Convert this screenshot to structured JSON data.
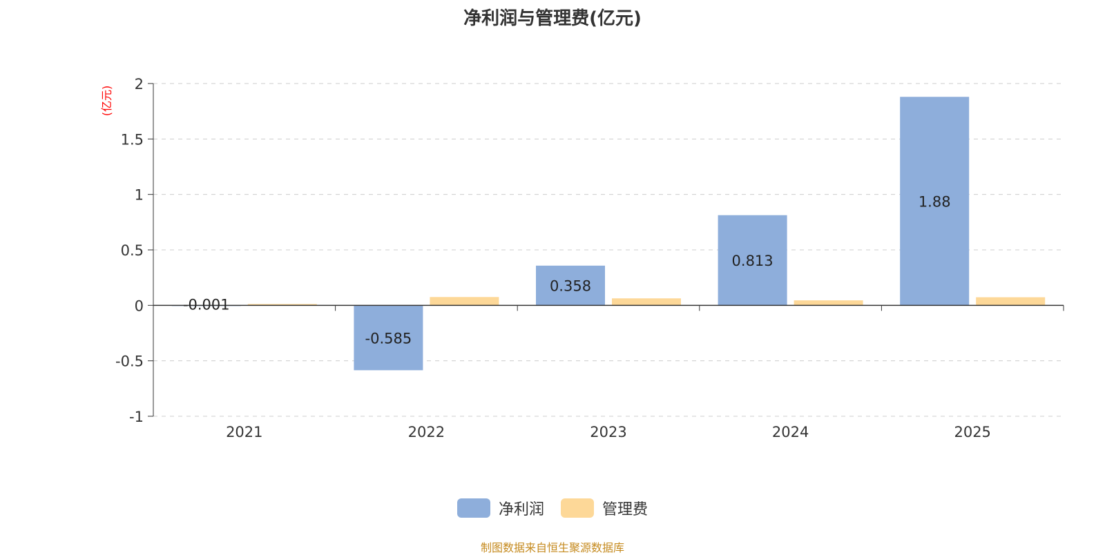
{
  "chart_data": {
    "type": "bar",
    "title": "净利润与管理费(亿元)",
    "ylabel": "(亿元)",
    "xlabel": "",
    "categories": [
      "2021",
      "2022",
      "2023",
      "2024",
      "2025"
    ],
    "ylim": [
      -1,
      2
    ],
    "yticks": [
      2,
      1.5,
      1,
      0.5,
      0,
      -0.5,
      -1
    ],
    "ytick_labels": [
      "2",
      "1.5",
      "1",
      "0.5",
      "0",
      "-0.5",
      "-1"
    ],
    "grid": true,
    "legend_position": "bottom",
    "series": [
      {
        "name": "净利润",
        "color": "#8eaedb",
        "values": [
          -0.001,
          -0.585,
          0.358,
          0.813,
          1.88
        ],
        "labels": [
          "-0.001",
          "-0.585",
          "0.358",
          "0.813",
          "1.88"
        ]
      },
      {
        "name": "管理费",
        "color": "#fdd898",
        "values": [
          0.012,
          0.075,
          0.063,
          0.045,
          0.073
        ]
      }
    ]
  },
  "source_note": "制图数据来自恒生聚源数据库",
  "ylabel_color": "#ff0000",
  "source_color": "#c58a1e"
}
